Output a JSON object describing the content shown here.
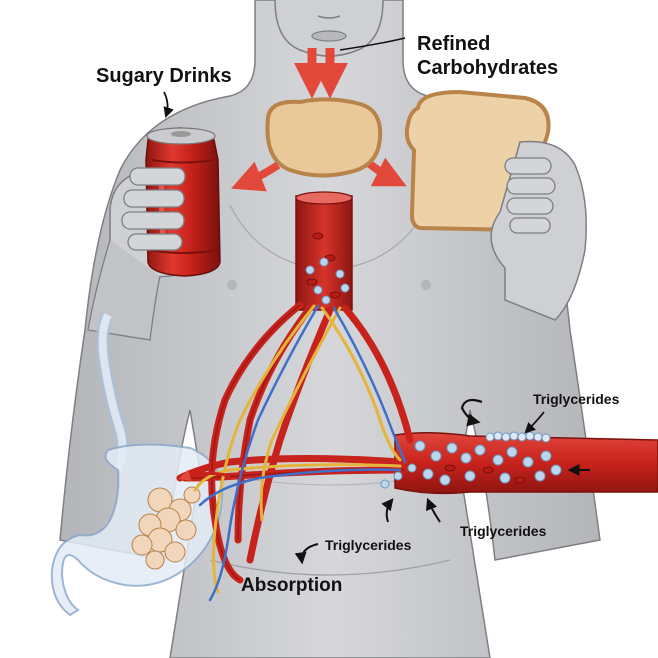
{
  "labels": {
    "sugary_drinks": "Sugary Drinks",
    "refined_line1": "Refined",
    "refined_line2": "Carbohydrates",
    "triglycerides_right": "Triglycerides",
    "triglycerides_mid": "Triglycerides",
    "triglycerides_low": "Triglycerides",
    "absorption": "Absorption"
  },
  "icons": [
    "soda-can",
    "bread-slice",
    "stomach",
    "blood-vessel",
    "arrow"
  ],
  "colors": {
    "skin": "#c9cacd",
    "skin_outline": "#7d7f84",
    "vessel": "#c8221c",
    "vessel_dark": "#8e1511",
    "vein": "#3f6fc8",
    "fat_vessel": "#e5b43a",
    "bread": "#e9c99a",
    "bread_crust": "#b9834a",
    "triglyceride": "#bcd6ee",
    "arrow_red": "#e2493a"
  }
}
